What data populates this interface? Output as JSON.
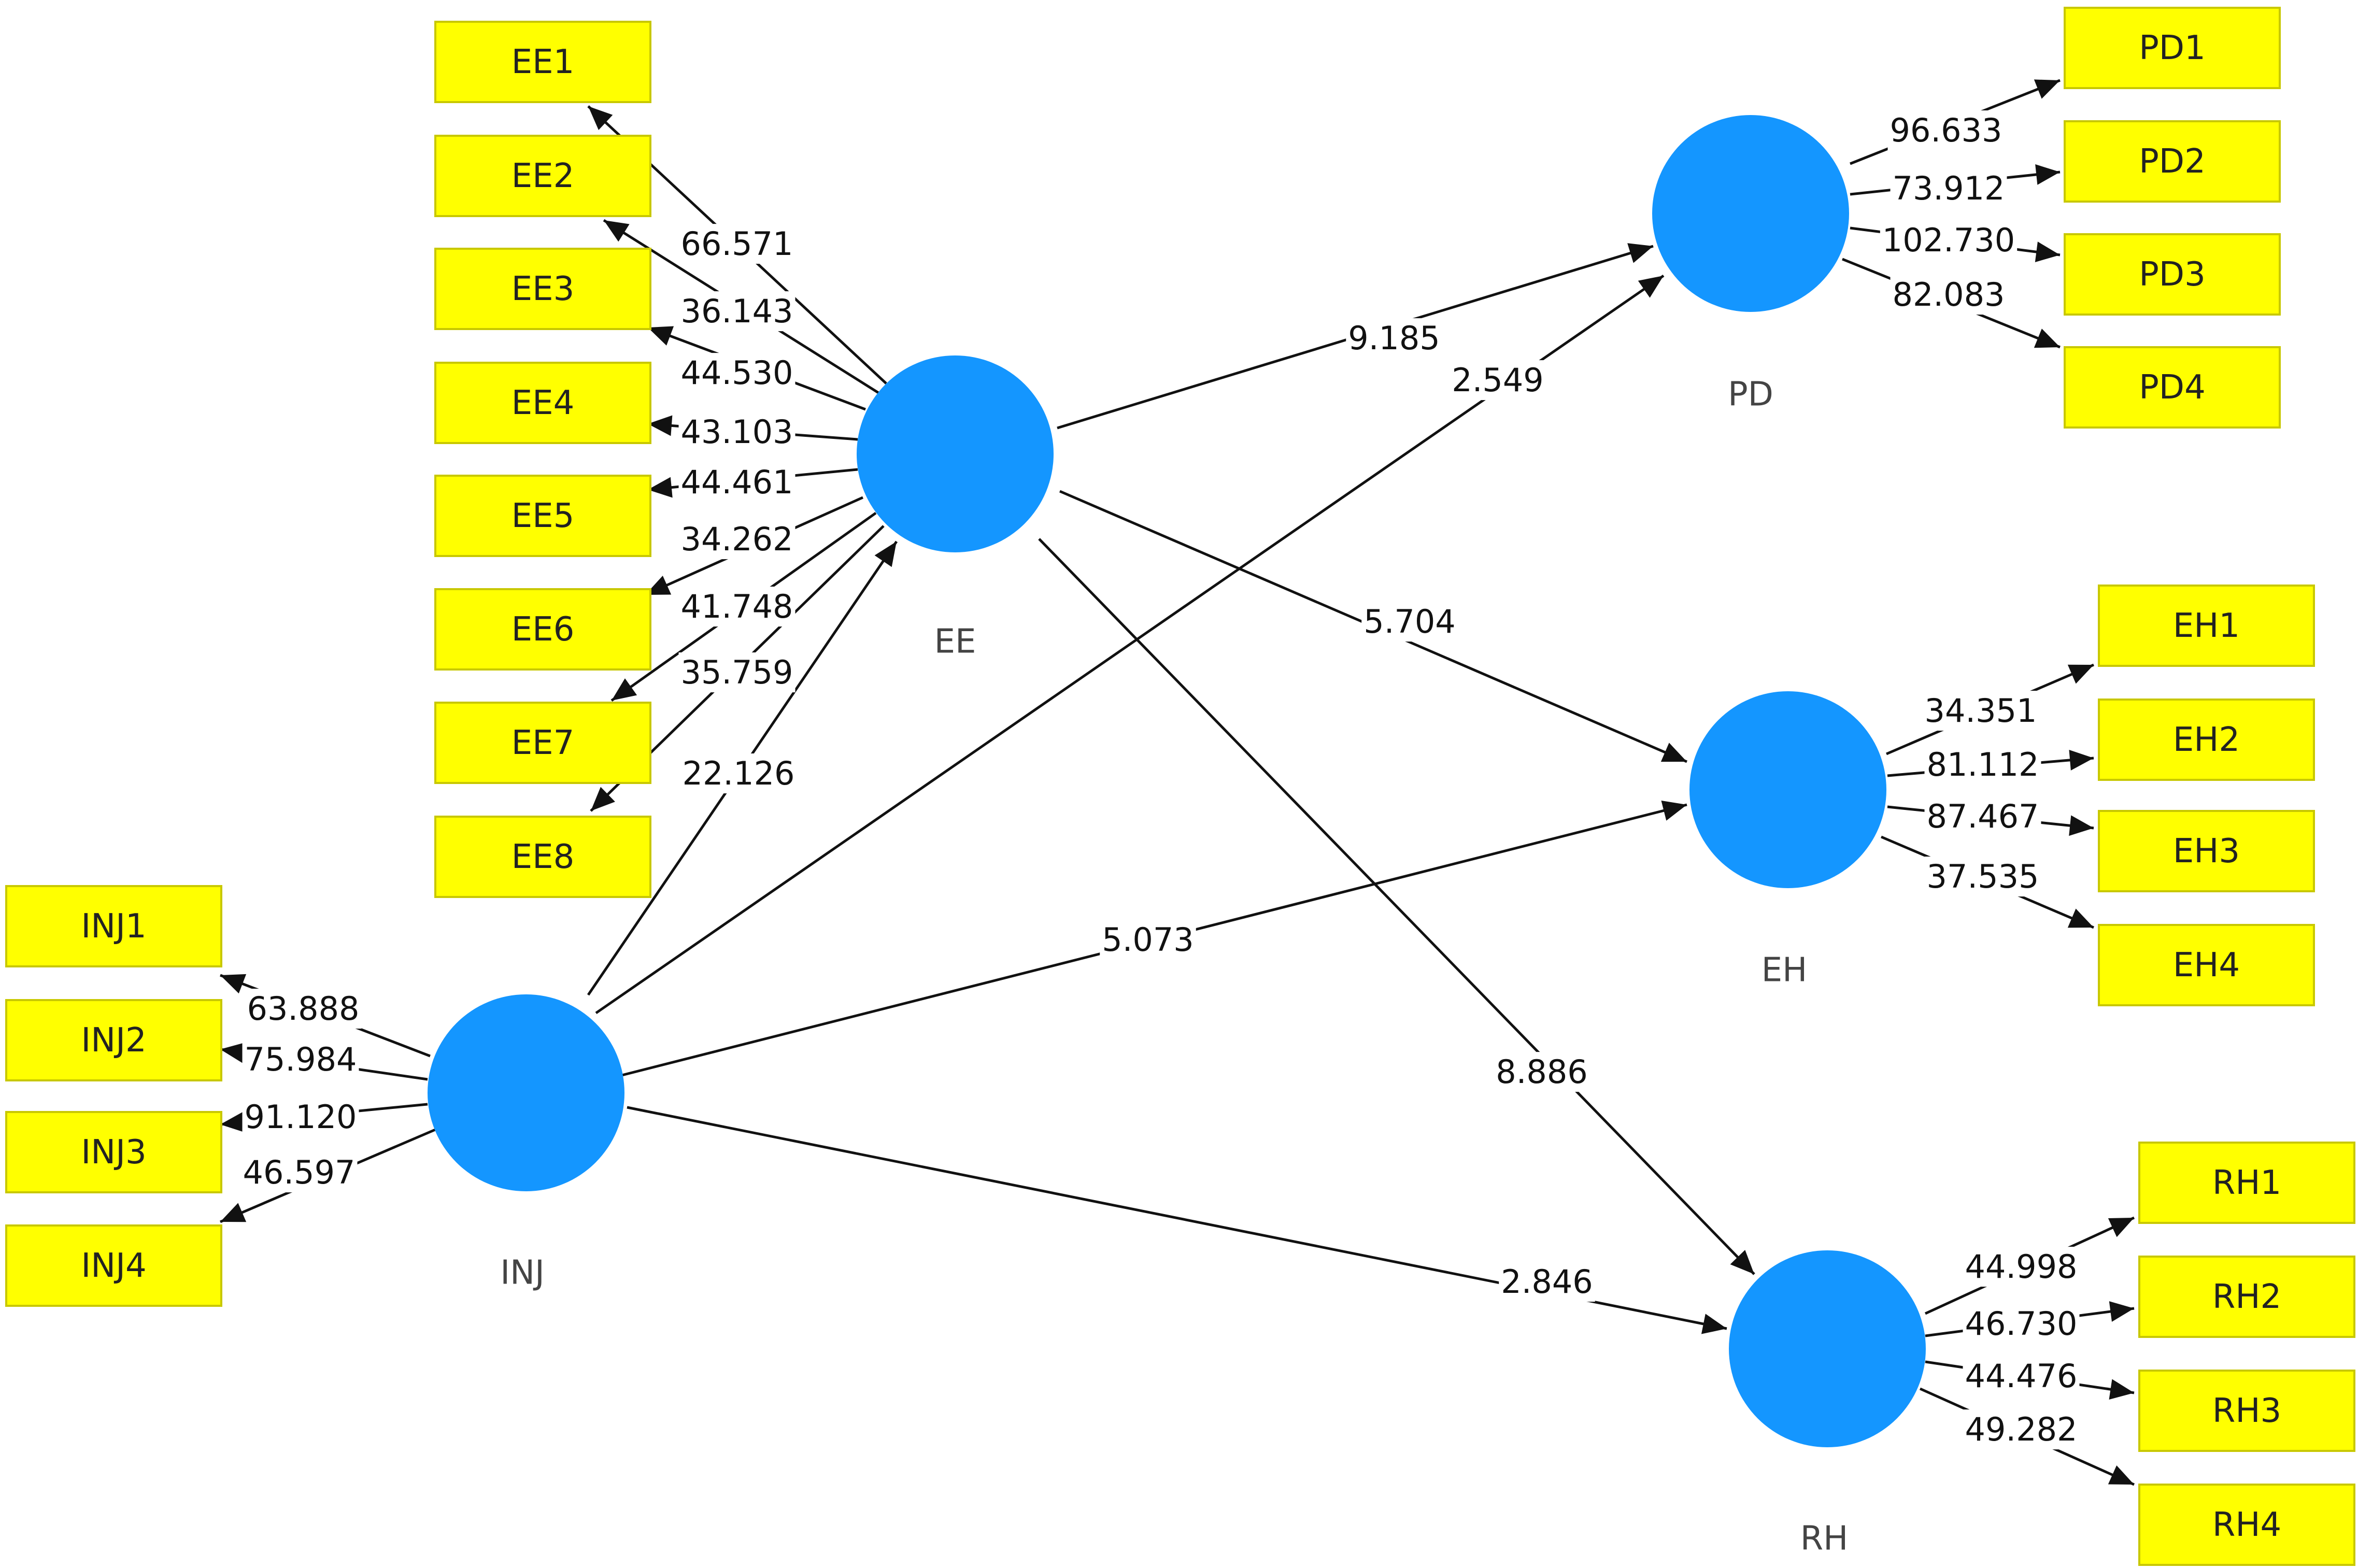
{
  "diagram": {
    "colors": {
      "latent_fill": "#1496ff",
      "indicator_fill": "#ffff00",
      "indicator_border": "#c8c800",
      "line": "#111111"
    },
    "latent_variables": [
      {
        "id": "EE",
        "label": "EE"
      },
      {
        "id": "INJ",
        "label": "INJ"
      },
      {
        "id": "PD",
        "label": "PD"
      },
      {
        "id": "EH",
        "label": "EH"
      },
      {
        "id": "RH",
        "label": "RH"
      }
    ],
    "indicators": [
      {
        "id": "EE1",
        "label": "EE1",
        "latent": "EE",
        "value": "66.571"
      },
      {
        "id": "EE2",
        "label": "EE2",
        "latent": "EE",
        "value": "36.143"
      },
      {
        "id": "EE3",
        "label": "EE3",
        "latent": "EE",
        "value": "44.530"
      },
      {
        "id": "EE4",
        "label": "EE4",
        "latent": "EE",
        "value": "43.103"
      },
      {
        "id": "EE5",
        "label": "EE5",
        "latent": "EE",
        "value": "44.461"
      },
      {
        "id": "EE6",
        "label": "EE6",
        "latent": "EE",
        "value": "34.262"
      },
      {
        "id": "EE7",
        "label": "EE7",
        "latent": "EE",
        "value": "41.748"
      },
      {
        "id": "EE8",
        "label": "EE8",
        "latent": "EE",
        "value": "35.759"
      },
      {
        "id": "INJ1",
        "label": "INJ1",
        "latent": "INJ",
        "value": "63.888"
      },
      {
        "id": "INJ2",
        "label": "INJ2",
        "latent": "INJ",
        "value": "75.984"
      },
      {
        "id": "INJ3",
        "label": "INJ3",
        "latent": "INJ",
        "value": "91.120"
      },
      {
        "id": "INJ4",
        "label": "INJ4",
        "latent": "INJ",
        "value": "46.597"
      },
      {
        "id": "PD1",
        "label": "PD1",
        "latent": "PD",
        "value": "96.633"
      },
      {
        "id": "PD2",
        "label": "PD2",
        "latent": "PD",
        "value": "73.912"
      },
      {
        "id": "PD3",
        "label": "PD3",
        "latent": "PD",
        "value": "102.730"
      },
      {
        "id": "PD4",
        "label": "PD4",
        "latent": "PD",
        "value": "82.083"
      },
      {
        "id": "EH1",
        "label": "EH1",
        "latent": "EH",
        "value": "34.351"
      },
      {
        "id": "EH2",
        "label": "EH2",
        "latent": "EH",
        "value": "81.112"
      },
      {
        "id": "EH3",
        "label": "EH3",
        "latent": "EH",
        "value": "87.467"
      },
      {
        "id": "EH4",
        "label": "EH4",
        "latent": "EH",
        "value": "37.535"
      },
      {
        "id": "RH1",
        "label": "RH1",
        "latent": "RH",
        "value": "44.998"
      },
      {
        "id": "RH2",
        "label": "RH2",
        "latent": "RH",
        "value": "46.730"
      },
      {
        "id": "RH3",
        "label": "RH3",
        "latent": "RH",
        "value": "44.476"
      },
      {
        "id": "RH4",
        "label": "RH4",
        "latent": "RH",
        "value": "49.282"
      }
    ],
    "paths": [
      {
        "from": "INJ",
        "to": "EE",
        "value": "22.126"
      },
      {
        "from": "EE",
        "to": "PD",
        "value": "9.185"
      },
      {
        "from": "INJ",
        "to": "PD",
        "value": "2.549"
      },
      {
        "from": "EE",
        "to": "EH",
        "value": "5.704"
      },
      {
        "from": "INJ",
        "to": "EH",
        "value": "5.073"
      },
      {
        "from": "EE",
        "to": "RH",
        "value": "8.886"
      },
      {
        "from": "INJ",
        "to": "RH",
        "value": "2.846"
      }
    ]
  }
}
